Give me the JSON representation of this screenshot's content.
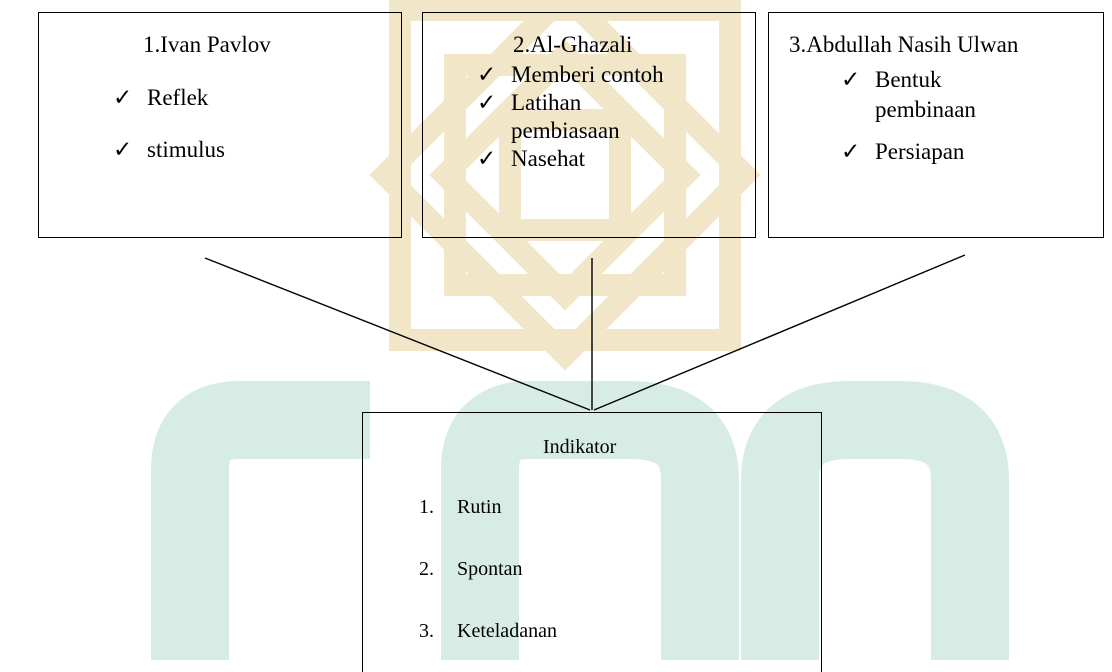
{
  "boxes": [
    {
      "title": "1.Ivan Pavlov",
      "items": [
        "Reflek",
        "stimulus"
      ]
    },
    {
      "title": "2.Al-Ghazali",
      "items": [
        "Memberi contoh",
        "Latihan pembiasaan",
        "Nasehat"
      ]
    },
    {
      "title": "3.Abdullah Nasih Ulwan",
      "items": [
        "Bentuk pembinaan",
        "Persiapan"
      ]
    }
  ],
  "check_symbol": "✓",
  "indicator": {
    "title": "Indikator",
    "items": [
      {
        "num": "1.",
        "label": "Rutin"
      },
      {
        "num": "2.",
        "label": "Spontan"
      },
      {
        "num": "3.",
        "label": "Keteladanan"
      }
    ]
  },
  "colors": {
    "watermark_gold": "#f1e6c8",
    "watermark_green": "#d8ece6",
    "line": "#000000"
  }
}
